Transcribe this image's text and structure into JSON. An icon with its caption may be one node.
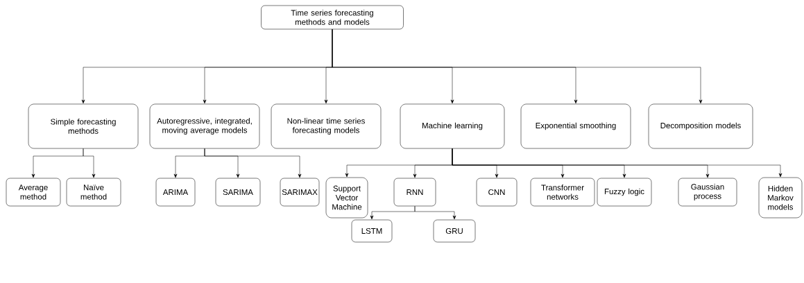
{
  "diagram": {
    "nodes": [
      {
        "text": [
          "Time series forecasting methods and models"
        ]
      },
      {
        "text": [
          "Simple forecasting methods"
        ]
      },
      {
        "text": [
          "Autoregressive, integrated, moving average models"
        ]
      },
      {
        "text": [
          "Non-linear time series forecasting models"
        ]
      },
      {
        "text": [
          "Machine learning"
        ]
      },
      {
        "text": [
          "Exponential smoothing"
        ]
      },
      {
        "text": [
          "Decomposition models"
        ]
      },
      {
        "text": [
          "Average method"
        ]
      },
      {
        "text": [
          "Naïve method"
        ]
      },
      {
        "text": [
          "ARIMA"
        ]
      },
      {
        "text": [
          "SARIMA"
        ]
      },
      {
        "text": [
          "SARIMAX"
        ]
      },
      {
        "text": [
          "Support Vector Machine"
        ]
      },
      {
        "text": [
          "RNN"
        ]
      },
      {
        "text": [
          "CNN"
        ]
      },
      {
        "text": [
          "Transformer networks"
        ]
      },
      {
        "text": [
          "Fuzzy logic"
        ]
      },
      {
        "text": [
          "Gaussian process"
        ]
      },
      {
        "text": [
          "Hidden Markov models"
        ]
      },
      {
        "text": [
          "LSTM"
        ]
      },
      {
        "text": [
          "GRU"
        ]
      }
    ],
    "edges": [
      {
        "from": 0,
        "to": 1,
        "arrow": "to"
      },
      {
        "from": 0,
        "to": 2,
        "arrow": "to"
      },
      {
        "from": 0,
        "to": 3,
        "arrow": "to"
      },
      {
        "from": 0,
        "to": 4,
        "arrow": "to"
      },
      {
        "from": 0,
        "to": 5,
        "arrow": "to"
      },
      {
        "from": 0,
        "to": 6,
        "arrow": "to"
      },
      {
        "from": 1,
        "to": 7,
        "arrow": "to"
      },
      {
        "from": 1,
        "to": 8,
        "arrow": "to"
      },
      {
        "from": 2,
        "to": 9,
        "arrow": "to"
      },
      {
        "from": 2,
        "to": 10,
        "arrow": "to"
      },
      {
        "from": 2,
        "to": 11,
        "arrow": "to"
      },
      {
        "from": 4,
        "to": 12,
        "arrow": "to"
      },
      {
        "from": 4,
        "to": 13,
        "arrow": "to"
      },
      {
        "from": 4,
        "to": 14,
        "arrow": "to"
      },
      {
        "from": 4,
        "to": 15,
        "arrow": "to"
      },
      {
        "from": 4,
        "to": 16,
        "arrow": "to"
      },
      {
        "from": 4,
        "to": 17,
        "arrow": "to"
      },
      {
        "from": 4,
        "to": 18,
        "arrow": "to"
      },
      {
        "from": 13,
        "to": 19,
        "arrow": "to"
      },
      {
        "from": 13,
        "to": 20,
        "arrow": "to"
      }
    ]
  }
}
